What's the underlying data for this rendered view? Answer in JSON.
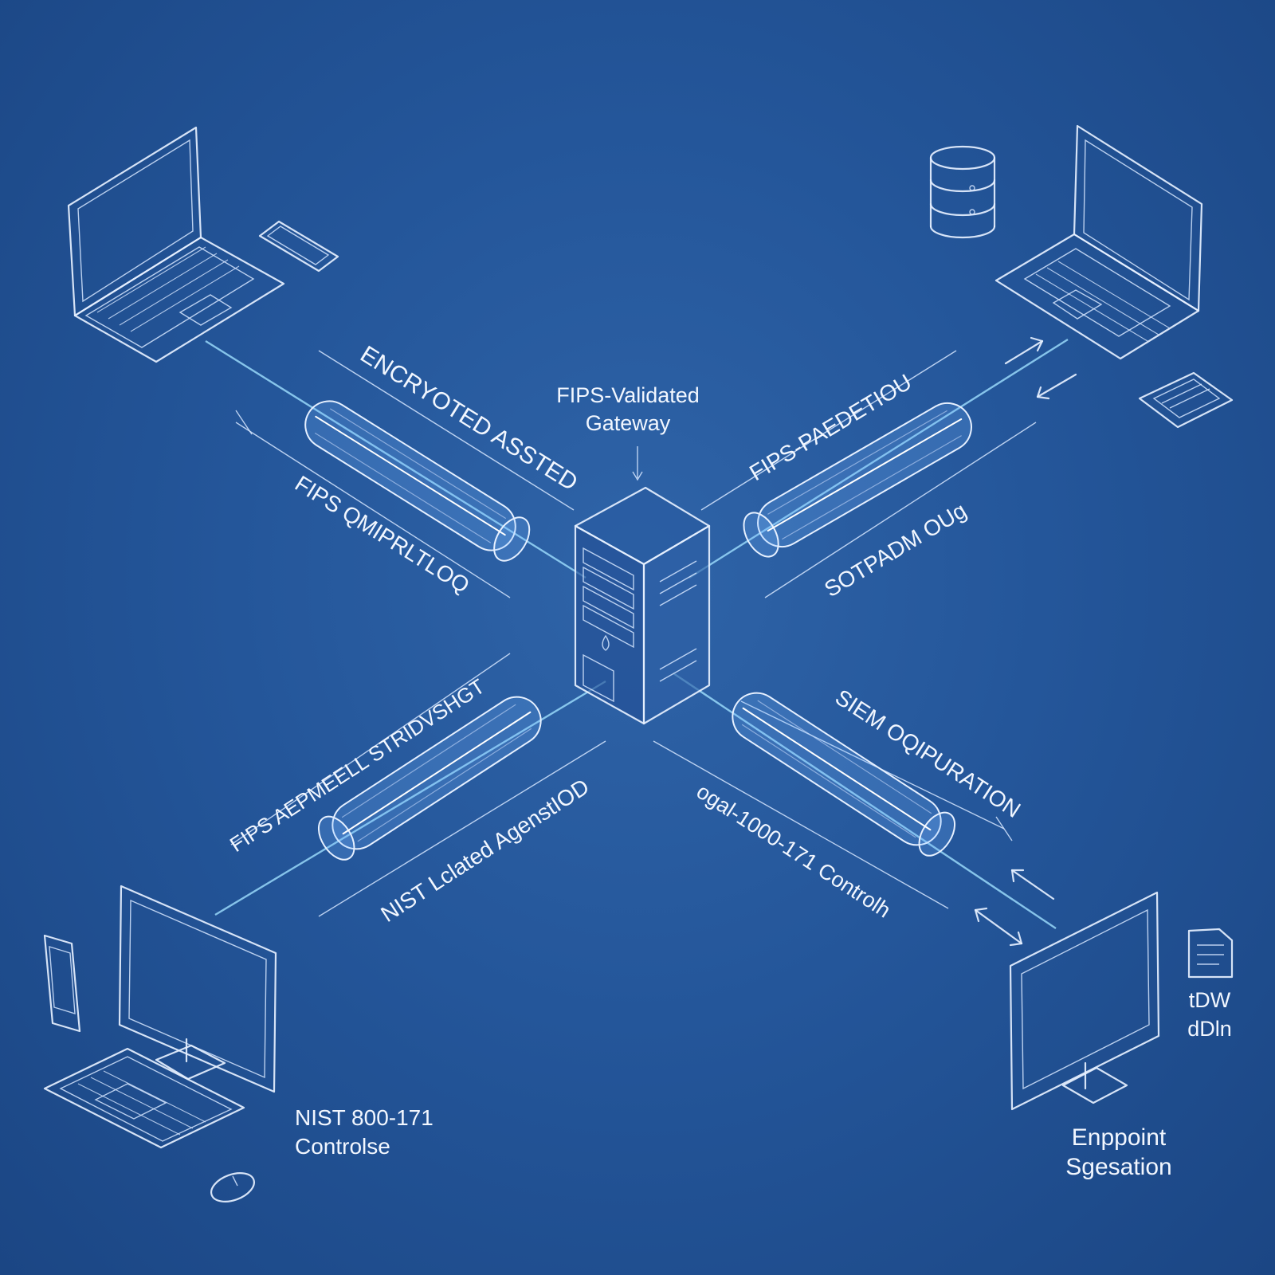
{
  "gateway": {
    "label_line1": "FIPS-Validated",
    "label_line2": "Gateway"
  },
  "tunnels": {
    "top_left": {
      "upper_label": "ENCRYOTED ASSTED",
      "lower_label": "FIPS QMIPRLTLOQ"
    },
    "top_right": {
      "upper_label": "FIPS-PAEDETIOU",
      "lower_label": "SOTPADM OUg"
    },
    "bottom_left": {
      "upper_label": "FIPS AEPMEELL STRIDVSHGT",
      "lower_label": "NIST Lclated AgenstIOD"
    },
    "bottom_right": {
      "upper_label": "SIEM OQIPURATION",
      "lower_label": "ogal-1000-171 Controlh"
    }
  },
  "corner_labels": {
    "bottom_left_line1": "NIST 800-171",
    "bottom_left_line2": "Controlse",
    "bottom_right_line1": "Enppoint",
    "bottom_right_line2": "Sgesation",
    "doc_line1": "tDW",
    "doc_line2": "dDln"
  },
  "colors": {
    "background": "#24569a",
    "linework": "#e6f0ff",
    "beam": "#7fd4ff"
  },
  "icons": [
    "laptop-icon",
    "smartphone-icon",
    "database-icon",
    "calculator-icon",
    "server-icon",
    "monitor-icon",
    "keyboard-icon",
    "mouse-icon",
    "document-icon",
    "arrow-icon"
  ]
}
